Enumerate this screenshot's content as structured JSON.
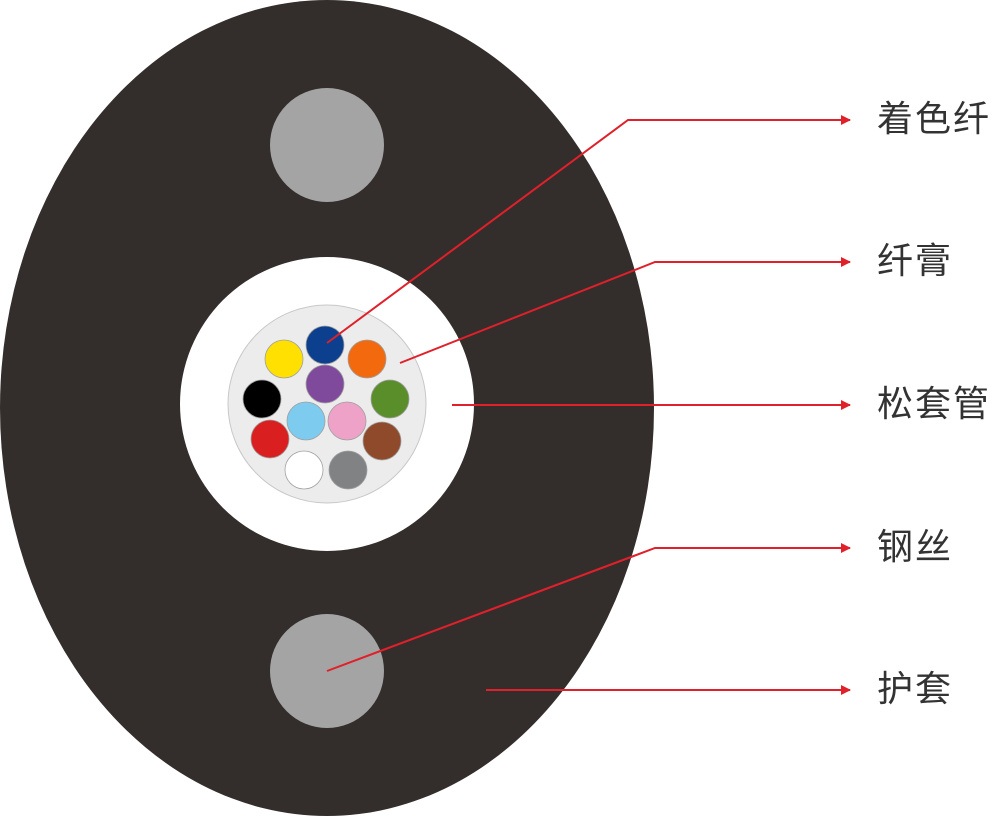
{
  "labels": {
    "colored_fiber": "着色纤",
    "fiber_gel": "纤膏",
    "loose_tube": "松套管",
    "steel_wire": "钢丝",
    "sheath": "护套"
  },
  "colors": {
    "sheath": "#332d2c",
    "steel_wire": "#a4a4a4",
    "loose_tube": "#ffffff",
    "fiber_gel": "#ececec",
    "leader_line": "#e0202a",
    "fibers": [
      "#0d3f8f",
      "#f26a0d",
      "#5a8e2a",
      "#8f4a2b",
      "#808284",
      "#ffffff",
      "#d91f1f",
      "#000000",
      "#ffe000",
      "#7f4a9c",
      "#7ecbf0",
      "#eea2c8"
    ]
  },
  "fiber_names": [
    "blue-fiber",
    "orange-fiber",
    "green-fiber",
    "brown-fiber",
    "gray-fiber",
    "white-fiber",
    "red-fiber",
    "black-fiber",
    "yellow-fiber",
    "violet-fiber",
    "light-blue-fiber",
    "pink-fiber"
  ]
}
